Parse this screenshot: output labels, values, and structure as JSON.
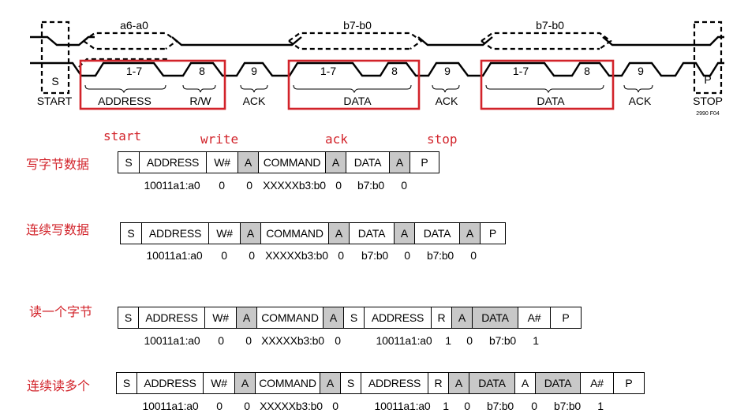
{
  "timing": {
    "bus_labels": {
      "addr": "a6-a0",
      "data1": "b7-b0",
      "data2": "b7-b0"
    },
    "scl_labels": [
      "1-7",
      "8",
      "9",
      "1-7",
      "8",
      "9",
      "1-7",
      "8",
      "9"
    ],
    "start_box": "S",
    "stop_box": "P",
    "bottom_labels": [
      "START",
      "ADDRESS",
      "R/W",
      "ACK",
      "DATA",
      "ACK",
      "DATA",
      "ACK",
      "STOP"
    ],
    "figure_code": "2990 F04",
    "highlight_color": "#d2232a"
  },
  "annotations": {
    "start": "start",
    "write": "write",
    "ack": "ack",
    "stop": "stop"
  },
  "rows": [
    {
      "title": "写字节数据",
      "cells": [
        "S",
        "ADDRESS",
        "W#",
        "A",
        "COMMAND",
        "A",
        "DATA",
        "A",
        "P"
      ],
      "values": [
        "10011a1:a0",
        "0",
        "0",
        "XXXXXb3:b0",
        "0",
        "b7:b0",
        "0"
      ]
    },
    {
      "title": "连续写数据",
      "cells": [
        "S",
        "ADDRESS",
        "W#",
        "A",
        "COMMAND",
        "A",
        "DATA",
        "A",
        "DATA",
        "A",
        "P"
      ],
      "values": [
        "10011a1:a0",
        "0",
        "0",
        "XXXXXb3:b0",
        "0",
        "b7:b0",
        "0",
        "b7:b0",
        "0"
      ]
    },
    {
      "title": "读一个字节",
      "cells": [
        "S",
        "ADDRESS",
        "W#",
        "A",
        "COMMAND",
        "A",
        "S",
        "ADDRESS",
        "R",
        "A",
        "DATA",
        "A#",
        "P"
      ],
      "values": [
        "10011a1:a0",
        "0",
        "0",
        "XXXXXb3:b0",
        "0",
        "10011a1:a0",
        "1",
        "0",
        "b7:b0",
        "1"
      ]
    },
    {
      "title": "连续读多个",
      "cells": [
        "S",
        "ADDRESS",
        "W#",
        "A",
        "COMMAND",
        "A",
        "S",
        "ADDRESS",
        "R",
        "A",
        "DATA",
        "A",
        "DATA",
        "A#",
        "P"
      ],
      "values": [
        "10011a1:a0",
        "0",
        "0",
        "XXXXXb3:b0",
        "0",
        "10011a1:a0",
        "1",
        "0",
        "b7:b0",
        "0",
        "b7:b0",
        "1"
      ]
    }
  ],
  "shaded_color": "#c8c8c8"
}
